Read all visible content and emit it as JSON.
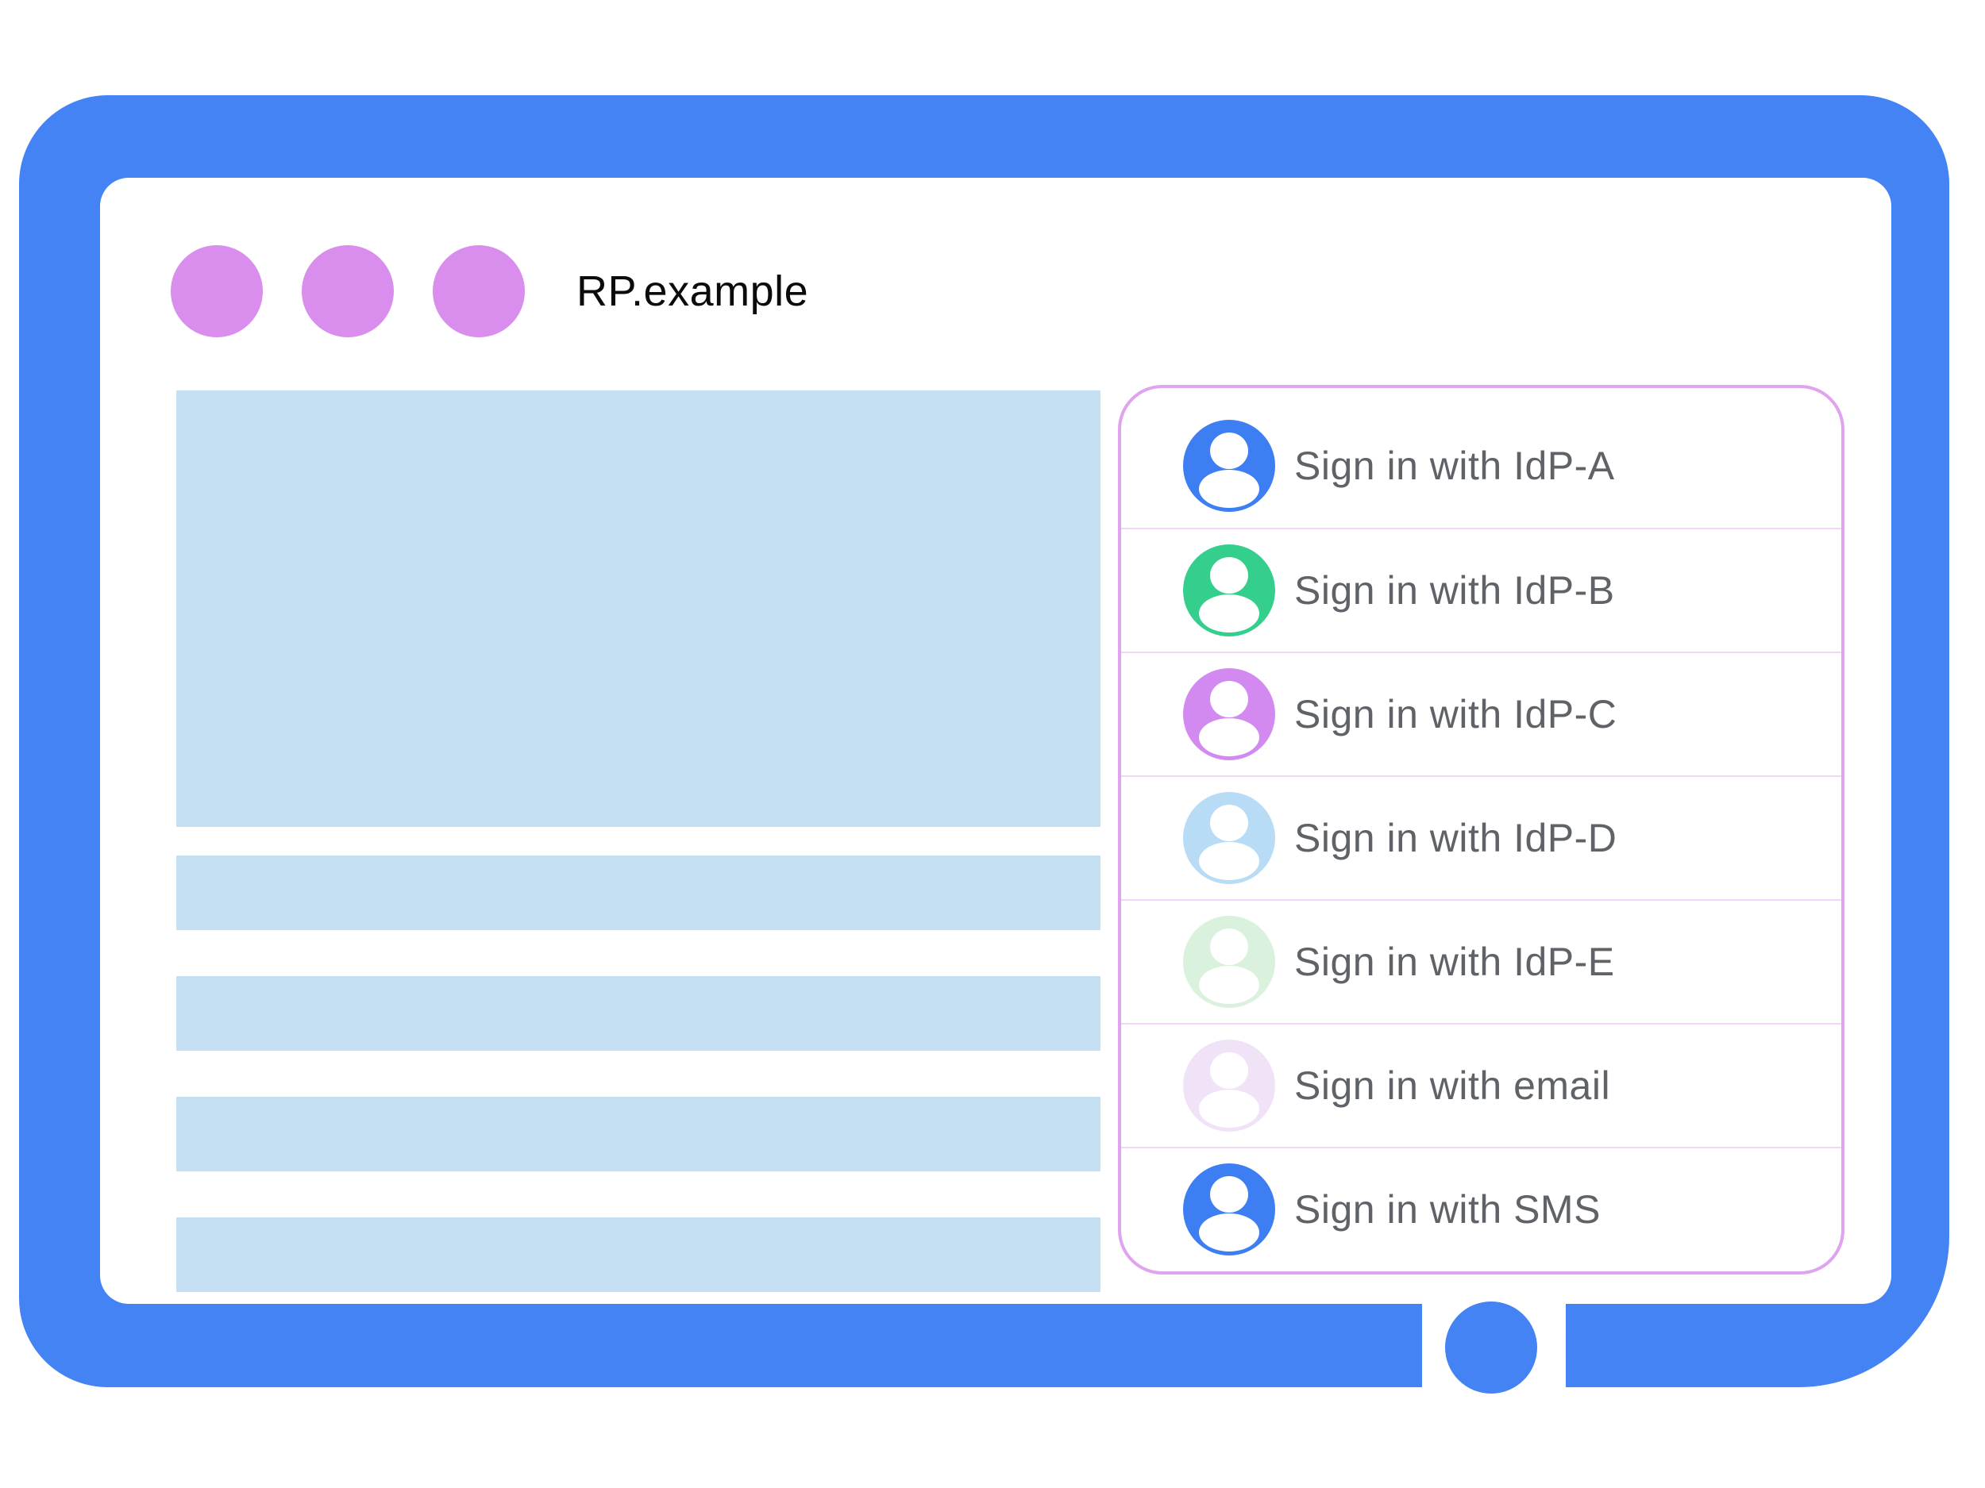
{
  "window": {
    "title": "RP.example"
  },
  "titlebar": {
    "dot_color": "#d98dec"
  },
  "signin": {
    "items": [
      {
        "label": "Sign in with IdP-A",
        "color": "#3d7ef2"
      },
      {
        "label": "Sign in with IdP-B",
        "color": "#35cf8d"
      },
      {
        "label": "Sign in with IdP-C",
        "color": "#d28af0"
      },
      {
        "label": "Sign in with IdP-D",
        "color": "#b9dcf6"
      },
      {
        "label": "Sign in with IdP-E",
        "color": "#d9f1dd"
      },
      {
        "label": "Sign in with email",
        "color": "#f1e3f7"
      },
      {
        "label": "Sign in with SMS",
        "color": "#3d7ef2"
      }
    ]
  },
  "colors": {
    "frame": "#4483f3",
    "home_button": "#4483f3",
    "placeholder_block": "#c5e0f3",
    "panel_border": "#dfa3ef",
    "row_divider": "#f2d6f9",
    "label_text": "#5f6368",
    "title_text": "#0b0b0b"
  }
}
